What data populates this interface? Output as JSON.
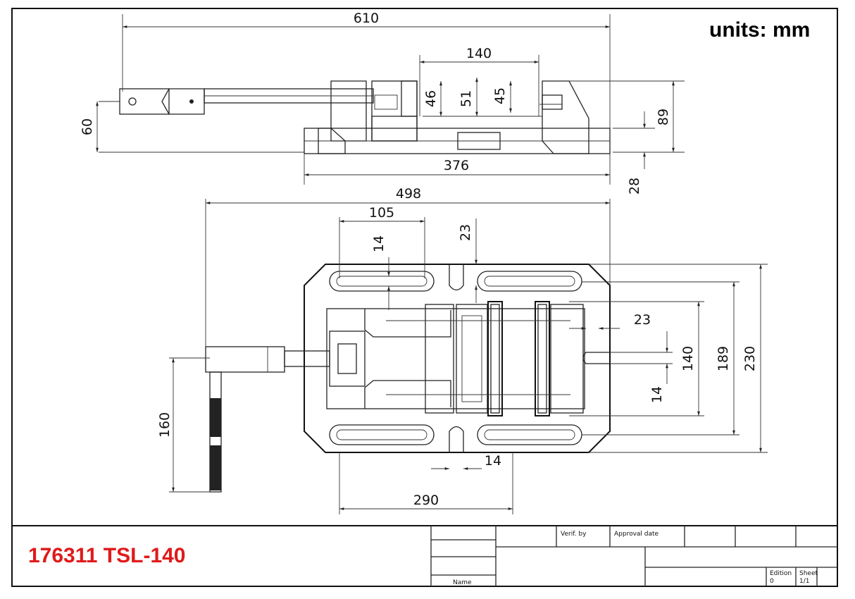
{
  "units_label": "units: mm",
  "part_label": "176311 TSL-140",
  "dimensions": {
    "d610": "610",
    "d140_top": "140",
    "d46": "46",
    "d51": "51",
    "d45": "45",
    "d60": "60",
    "d89": "89",
    "d376": "376",
    "d28": "28",
    "d498": "498",
    "d105": "105",
    "d14_slot": "14",
    "d23_top": "23",
    "d23_right": "23",
    "d140_right": "140",
    "d189": "189",
    "d230": "230",
    "d14_right": "14",
    "d160": "160",
    "d14_bottom": "14",
    "d290": "290"
  },
  "title_block": {
    "verif_by": "Verif. by",
    "approval_date": "Approval date",
    "name": "Name",
    "edition_label": "Edition",
    "edition_value": "0",
    "sheet_label": "Sheet",
    "sheet_value": "1/1"
  },
  "colors": {
    "part_label": "#e01a1a",
    "line": "#222222"
  }
}
